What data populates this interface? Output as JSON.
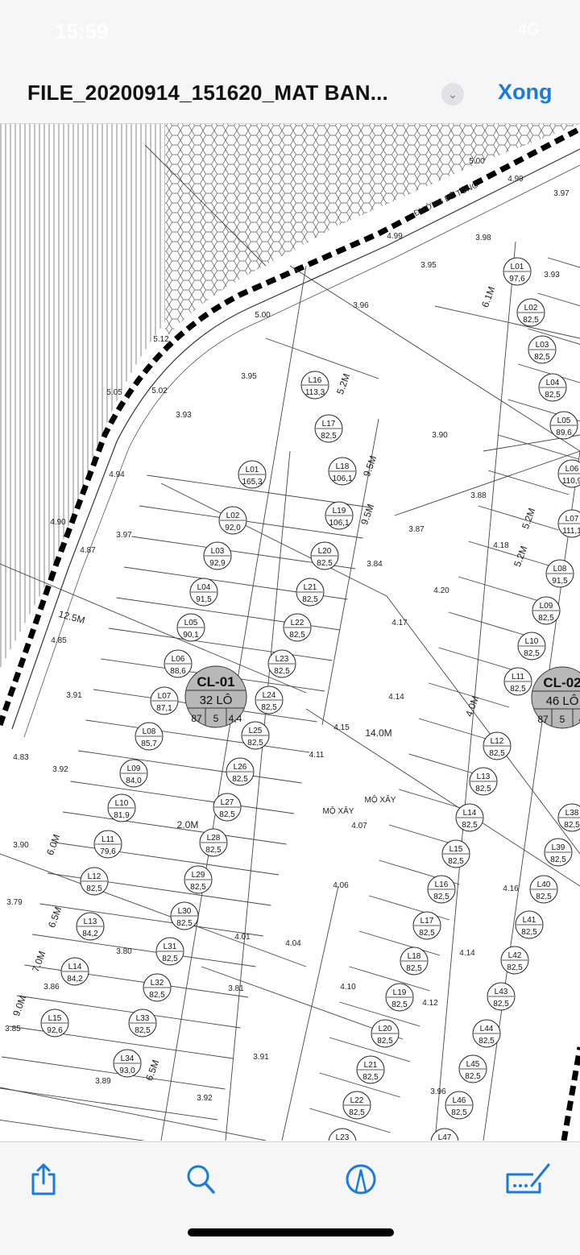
{
  "status_bar": {
    "time": "15:59",
    "signal": "4G"
  },
  "header": {
    "title": "FILE_20200914_151620_MAT BAN...",
    "done_label": "Xong",
    "chevron_icon": "chevron-down-icon"
  },
  "drawing": {
    "blocks": [
      {
        "name": "CL-01",
        "lots": "32 LÔ",
        "c1": "87",
        "c2": "5",
        "c3": "4,4"
      },
      {
        "name": "CL-02",
        "lots": "46 LÔ",
        "c1": "87",
        "c2": "5",
        "c3": "4"
      }
    ],
    "road_label": "ĐƯỜNG BÊ TÔNG",
    "grave_labels": [
      "MỘ XÂY",
      "MỘ XÂY"
    ],
    "dimensions": [
      "12.5M",
      "14.0M",
      "2.0M",
      "9.5M",
      "9.5M",
      "6.1M",
      "5.2M",
      "5.2M",
      "5.2M",
      "6.0M",
      "6.5M",
      "7.0M",
      "9.0M",
      "6.5M",
      "4.0M"
    ],
    "elevations": [
      "5.00",
      "4.99",
      "4.99",
      "3.97",
      "3.98",
      "3.95",
      "3.93",
      "3.96",
      "5.00",
      "5.12",
      "5.02",
      "5.05",
      "3.95",
      "3.93",
      "3.90",
      "3.88",
      "3.87",
      "4.20",
      "4.18",
      "4.17",
      "4.14",
      "4.15",
      "4.11",
      "4.07",
      "4.06",
      "4.04",
      "4.01",
      "3.81",
      "3.91",
      "3.92",
      "3.89",
      "3.85",
      "3.79",
      "3.90",
      "3.92",
      "4.83",
      "4.85",
      "3.91",
      "3.97",
      "4.87",
      "4.90",
      "4.94",
      "3.84",
      "3.86",
      "3.80",
      "4.16",
      "4.10",
      "4.12",
      "4.14",
      "3.96"
    ],
    "lots_cl01": [
      {
        "id": "L16",
        "area": "113,3"
      },
      {
        "id": "L17",
        "area": "82,5"
      },
      {
        "id": "L18",
        "area": "106,1"
      },
      {
        "id": "L19",
        "area": "106,1"
      },
      {
        "id": "L20",
        "area": "82,5"
      },
      {
        "id": "L21",
        "area": "82,5"
      },
      {
        "id": "L22",
        "area": "82,5"
      },
      {
        "id": "L23",
        "area": "82,5"
      },
      {
        "id": "L24",
        "area": "82,5"
      },
      {
        "id": "L25",
        "area": "82,5"
      },
      {
        "id": "L26",
        "area": "82,5"
      },
      {
        "id": "L27",
        "area": "82,5"
      },
      {
        "id": "L28",
        "area": "82,5"
      },
      {
        "id": "L29",
        "area": "82,5"
      },
      {
        "id": "L30",
        "area": "82,5"
      },
      {
        "id": "L31",
        "area": "82,5"
      },
      {
        "id": "L32",
        "area": "82,5"
      },
      {
        "id": "L33",
        "area": "82,5"
      },
      {
        "id": "L34",
        "area": "93,0"
      },
      {
        "id": "L01",
        "area": "165,3"
      },
      {
        "id": "L02",
        "area": "92,0"
      },
      {
        "id": "L03",
        "area": "92,9"
      },
      {
        "id": "L04",
        "area": "91,5"
      },
      {
        "id": "L05",
        "area": "90,1"
      },
      {
        "id": "L06",
        "area": "88,6"
      },
      {
        "id": "L07",
        "area": "87,1"
      },
      {
        "id": "L08",
        "area": "85,7"
      },
      {
        "id": "L09",
        "area": "84,0"
      },
      {
        "id": "L10",
        "area": "81,9"
      },
      {
        "id": "L11",
        "area": "79,6"
      },
      {
        "id": "L12",
        "area": "82,5"
      },
      {
        "id": "L13",
        "area": "84,2"
      },
      {
        "id": "L14",
        "area": "84,2"
      },
      {
        "id": "L15",
        "area": "92,6"
      }
    ],
    "lots_cl02": [
      {
        "id": "L01",
        "area": "97,6"
      },
      {
        "id": "L02",
        "area": "82,5"
      },
      {
        "id": "L03",
        "area": "82,5"
      },
      {
        "id": "L04",
        "area": "82,5"
      },
      {
        "id": "L05",
        "area": "89,6"
      },
      {
        "id": "L06",
        "area": "110,9"
      },
      {
        "id": "L07",
        "area": "111,1"
      },
      {
        "id": "L08",
        "area": "91,5"
      },
      {
        "id": "L09",
        "area": "82,5"
      },
      {
        "id": "L10",
        "area": "82,5"
      },
      {
        "id": "L11",
        "area": "82,5"
      },
      {
        "id": "L12",
        "area": "82,5"
      },
      {
        "id": "L13",
        "area": "82,5"
      },
      {
        "id": "L14",
        "area": "82,5"
      },
      {
        "id": "L15",
        "area": "82,5"
      },
      {
        "id": "L16",
        "area": "82,5"
      },
      {
        "id": "L17",
        "area": "82,5"
      },
      {
        "id": "L18",
        "area": "82,5"
      },
      {
        "id": "L19",
        "area": "82,5"
      },
      {
        "id": "L20",
        "area": "82,5"
      },
      {
        "id": "L21",
        "area": "82,5"
      },
      {
        "id": "L22",
        "area": "82,5"
      },
      {
        "id": "L23",
        "area": ""
      },
      {
        "id": "L38",
        "area": "82,5"
      },
      {
        "id": "L39",
        "area": "82,5"
      },
      {
        "id": "L40",
        "area": "82,5"
      },
      {
        "id": "L41",
        "area": "82,5"
      },
      {
        "id": "L42",
        "area": "82,5"
      },
      {
        "id": "L43",
        "area": "82,5"
      },
      {
        "id": "L44",
        "area": "82,5"
      },
      {
        "id": "L45",
        "area": "82,5"
      },
      {
        "id": "L46",
        "area": "82,5"
      },
      {
        "id": "L47",
        "area": ""
      }
    ]
  },
  "toolbar": {
    "accent": "#1a7bdc",
    "items": [
      "share-icon",
      "search-icon",
      "markup-icon",
      "signature-icon"
    ]
  }
}
